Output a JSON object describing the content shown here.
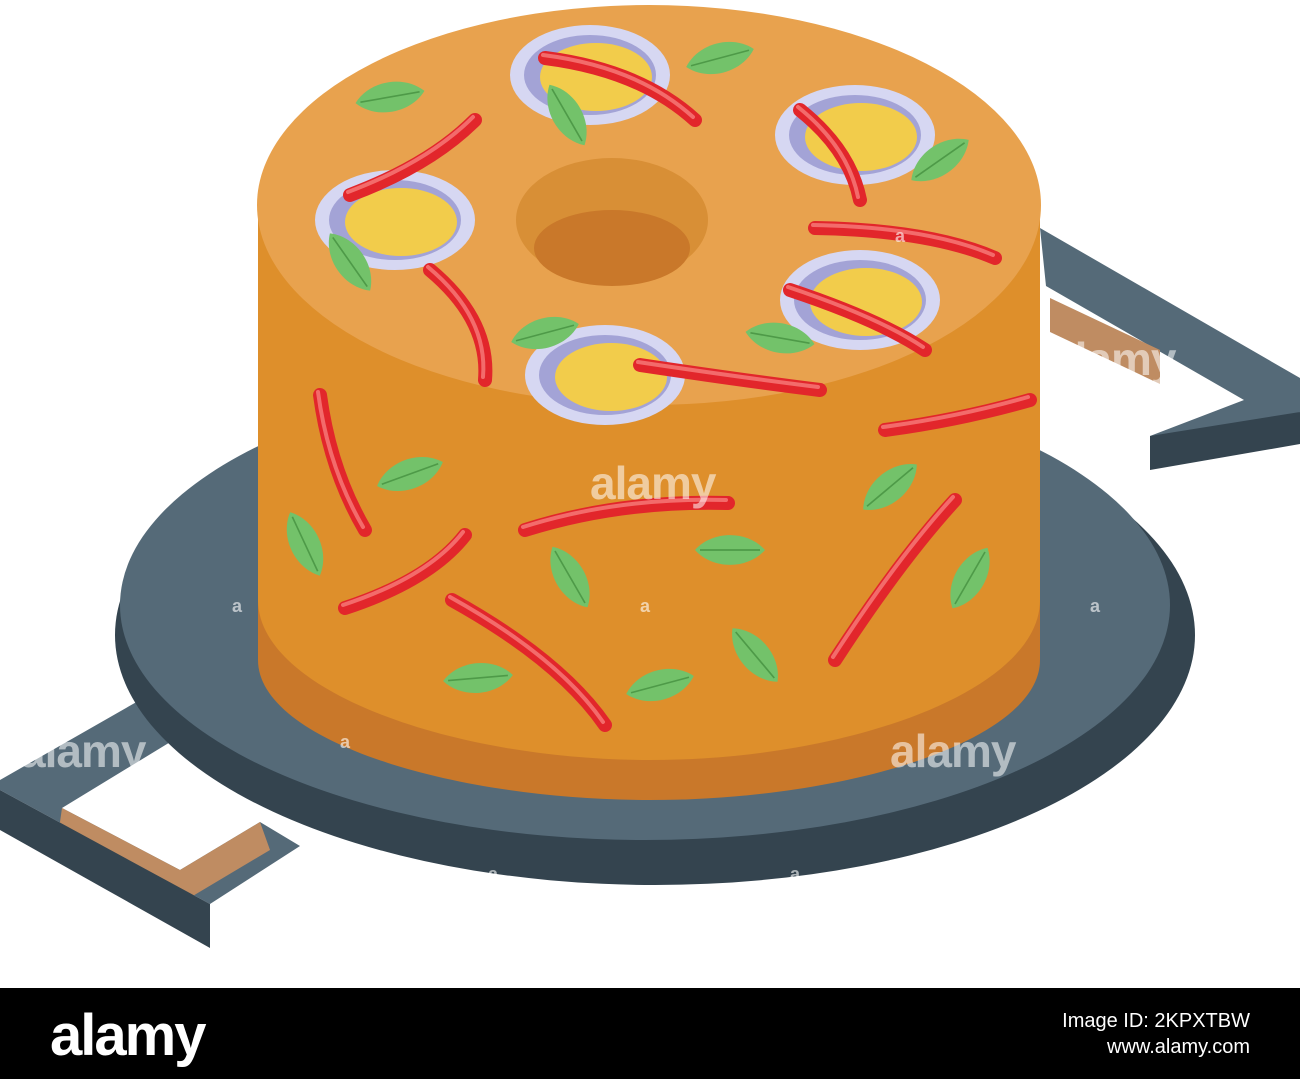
{
  "illustration": {
    "subject": "cake-on-baking-tray",
    "colors": {
      "cake_top": "#E8A24E",
      "cake_side": "#DE8F2B",
      "cake_base_band": "#C9782A",
      "hole": "#D88F36",
      "tray_top": "#556A78",
      "tray_side": "#34444F",
      "handle_wood": "#BF8C62",
      "handle_wood_dark": "#8C6A48",
      "egg_white": "#D6D7F2",
      "egg_ring": "#A3A3D6",
      "yolk": "#F2CC4B",
      "chili": "#E2262B",
      "chili_highlight": "#F36B6B",
      "basil": "#73C26A",
      "basil_vein": "#4E9A48"
    }
  },
  "watermark": {
    "text": "alamy",
    "mark": "a"
  },
  "footer": {
    "logo": "alamy",
    "image_id_label": "Image ID: 2KPXTBW",
    "site": "www.alamy.com"
  }
}
